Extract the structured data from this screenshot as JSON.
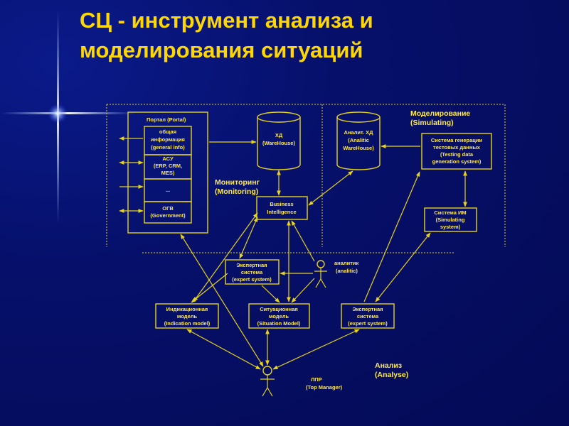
{
  "title": {
    "line1": "СЦ - инструмент анализа и",
    "line2": "моделирования ситуаций"
  },
  "diagram": {
    "regions": {
      "monitoring": [
        "Мониторинг",
        "(Monitoring)"
      ],
      "simulating": [
        "Моделирование",
        "(Simulating)"
      ],
      "analyse": [
        "Анализ",
        "(Analyse)"
      ]
    },
    "portal": {
      "title": "Портал (Portal)",
      "cells": [
        [
          "общая",
          "информация",
          "(general info)"
        ],
        [
          "АСУ",
          "(ERP, CRM,",
          "MES)"
        ],
        [
          "..."
        ],
        [
          "ОГВ",
          "(Government)"
        ]
      ]
    },
    "warehouse": [
      "ХД",
      "(WareHouse)"
    ],
    "analytic_warehouse": [
      "Аналит. ХД",
      "(Analitic",
      "WareHouse)"
    ],
    "test_gen": [
      "Система генерации",
      "тестовых данных",
      "(Testing data",
      "generation system)"
    ],
    "bi": [
      "Business",
      "Intelligence"
    ],
    "sim_system": [
      "Система ИМ",
      "(Simulating",
      "system)"
    ],
    "expert_system_1": [
      "Экспертная",
      "система",
      "(expert system)"
    ],
    "analyst": [
      "аналитик",
      "(analitic)"
    ],
    "indication_model": [
      "Индикационная",
      "модель",
      "(Indication model)"
    ],
    "situation_model": [
      "Ситуационная",
      "модель",
      "(Situation Model)"
    ],
    "expert_system_2": [
      "Экспертная",
      "система",
      "(expert system)"
    ],
    "manager": [
      "ЛПР",
      "(Top Manager)"
    ]
  }
}
